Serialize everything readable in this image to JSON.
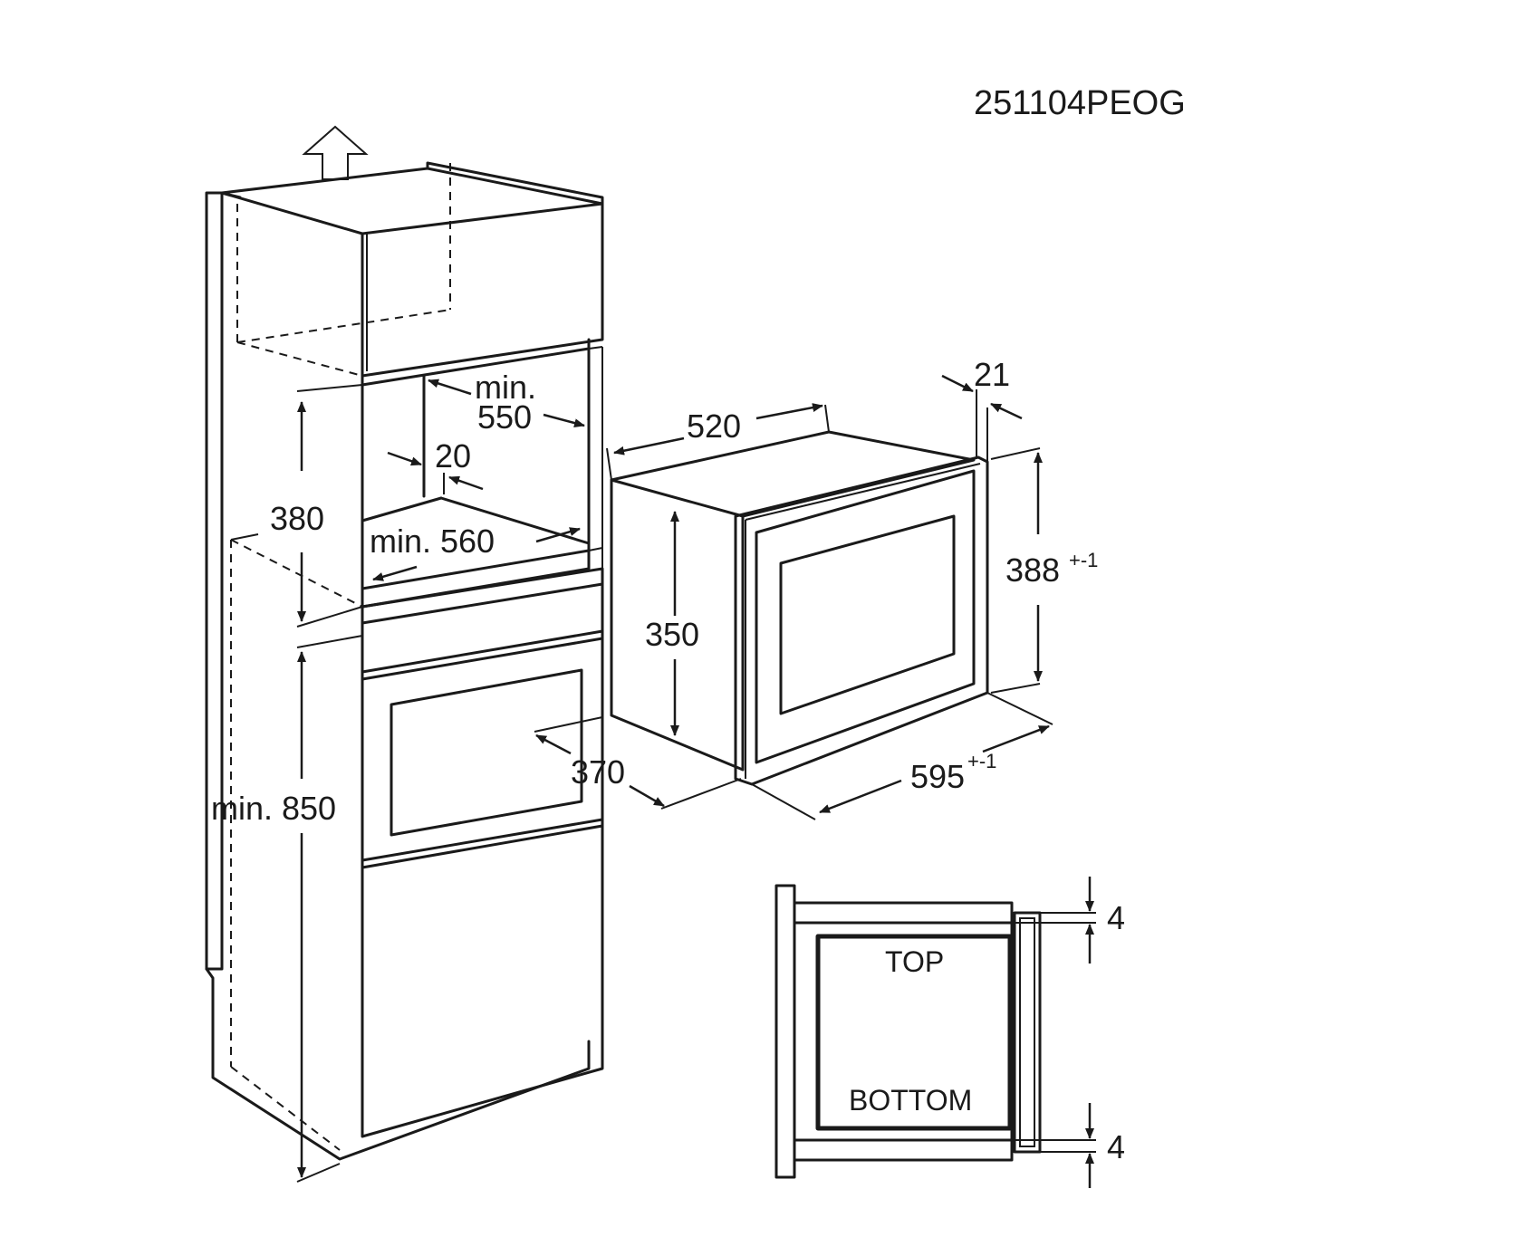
{
  "drawing_code": "251104PEOG",
  "dimensions": {
    "min_550_line1": "min.",
    "min_550_line2": "550",
    "d_20": "20",
    "d_380": "380",
    "min_560": "min. 560",
    "min_850": "min. 850",
    "d_370": "370",
    "d_520": "520",
    "d_21": "21",
    "d_350": "350",
    "d_388": "388",
    "d_388_tol": "+-1",
    "d_595": "595",
    "d_595_tol": "+-1",
    "gap_top": "4",
    "gap_bottom": "4"
  },
  "trim_labels": {
    "top": "TOP",
    "bottom": "BOTTOM"
  }
}
